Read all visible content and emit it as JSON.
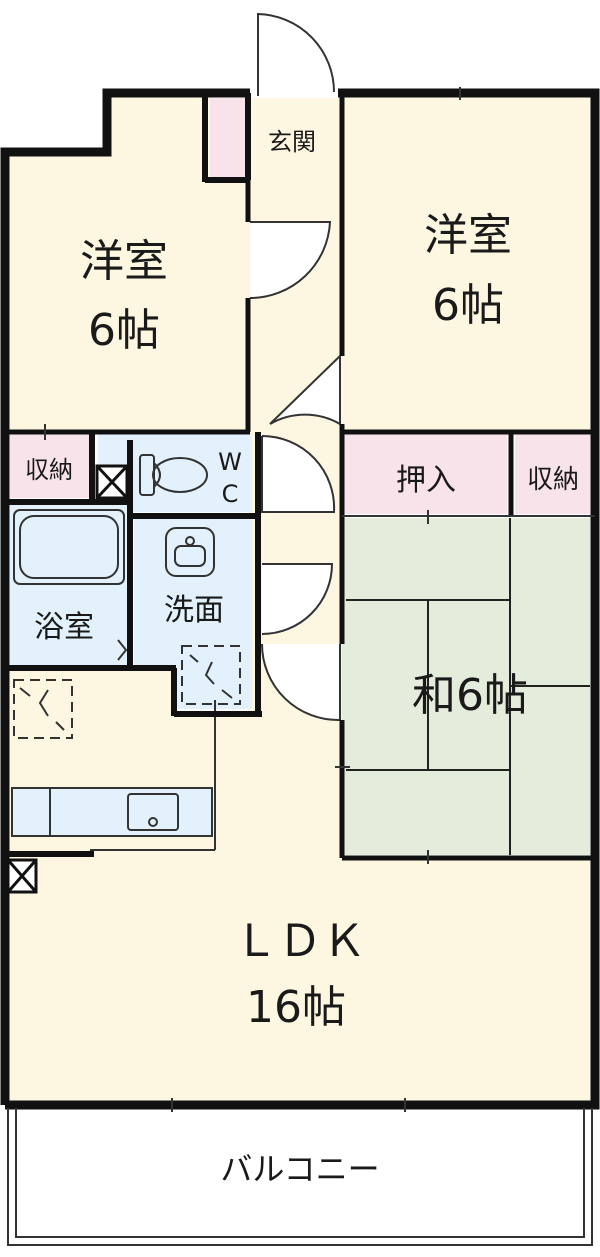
{
  "colors": {
    "wall": "#111111",
    "room": "#fdf6e1",
    "tatami": "#e4ecdb",
    "storage": "#f9e3ea",
    "wet": "#e2f1fb",
    "balcony": "#ffffff"
  },
  "rooms": {
    "western_left": {
      "name": "洋室",
      "size": "6帖"
    },
    "western_right": {
      "name": "洋室",
      "size": "6帖"
    },
    "entrance": "玄関",
    "closet_left": "収納",
    "toilet": {
      "line1": "W",
      "line2": "C"
    },
    "bathroom": "浴室",
    "washroom": "洗面",
    "oshiire": "押入",
    "closet_right": "収納",
    "japanese": "和6帖",
    "ldk": {
      "name": "ＬＤＫ",
      "size": "16帖"
    },
    "balcony": "バルコニー"
  }
}
